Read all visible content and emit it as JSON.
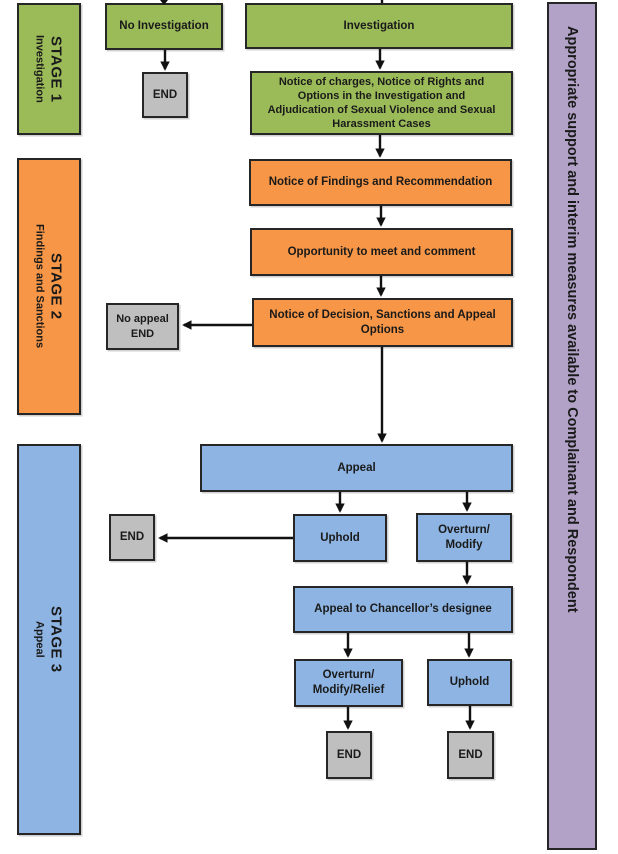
{
  "palette": {
    "stage1_green": "#9BBB59",
    "stage2_orange": "#F79646",
    "stage3_blue": "#8DB4E2",
    "note_purple": "#B2A2C7",
    "end_gray": "#BFBFBF",
    "border": "#262626",
    "arrow": "#111111"
  },
  "stages": [
    {
      "title": "STAGE 1",
      "subtitle": "Investigation"
    },
    {
      "title": "STAGE 2",
      "subtitle": "Findings and Sanctions"
    },
    {
      "title": "STAGE 3",
      "subtitle": "Appeal"
    }
  ],
  "side_note": {
    "text": "Appropriate support and interim measures available to Complainant and Respondent"
  },
  "nodes": {
    "no_investigation": "No Investigation",
    "investigation": "Investigation",
    "end_top": "END",
    "notice_charges": "Notice of charges, Notice of Rights and\nOptions in the Investigation and\nAdjudication of Sexual Violence and Sexual\nHarassment Cases",
    "notice_findings": "Notice of Findings and Recommendation",
    "opportunity": "Opportunity to meet and comment",
    "notice_decision": "Notice of Decision, Sanctions and Appeal\nOptions",
    "no_appeal": "No appeal\nEND",
    "appeal": "Appeal",
    "uphold_mid": "Uphold",
    "overturn_modify": "Overturn/\nModify",
    "end_mid": "END",
    "appeal_chancellor": "Appeal to Chancellor’s designee",
    "overturn_modify_relief": "Overturn/\nModify/Relief",
    "uphold_bottom": "Uphold",
    "end_bottom_left": "END",
    "end_bottom_right": "END"
  }
}
